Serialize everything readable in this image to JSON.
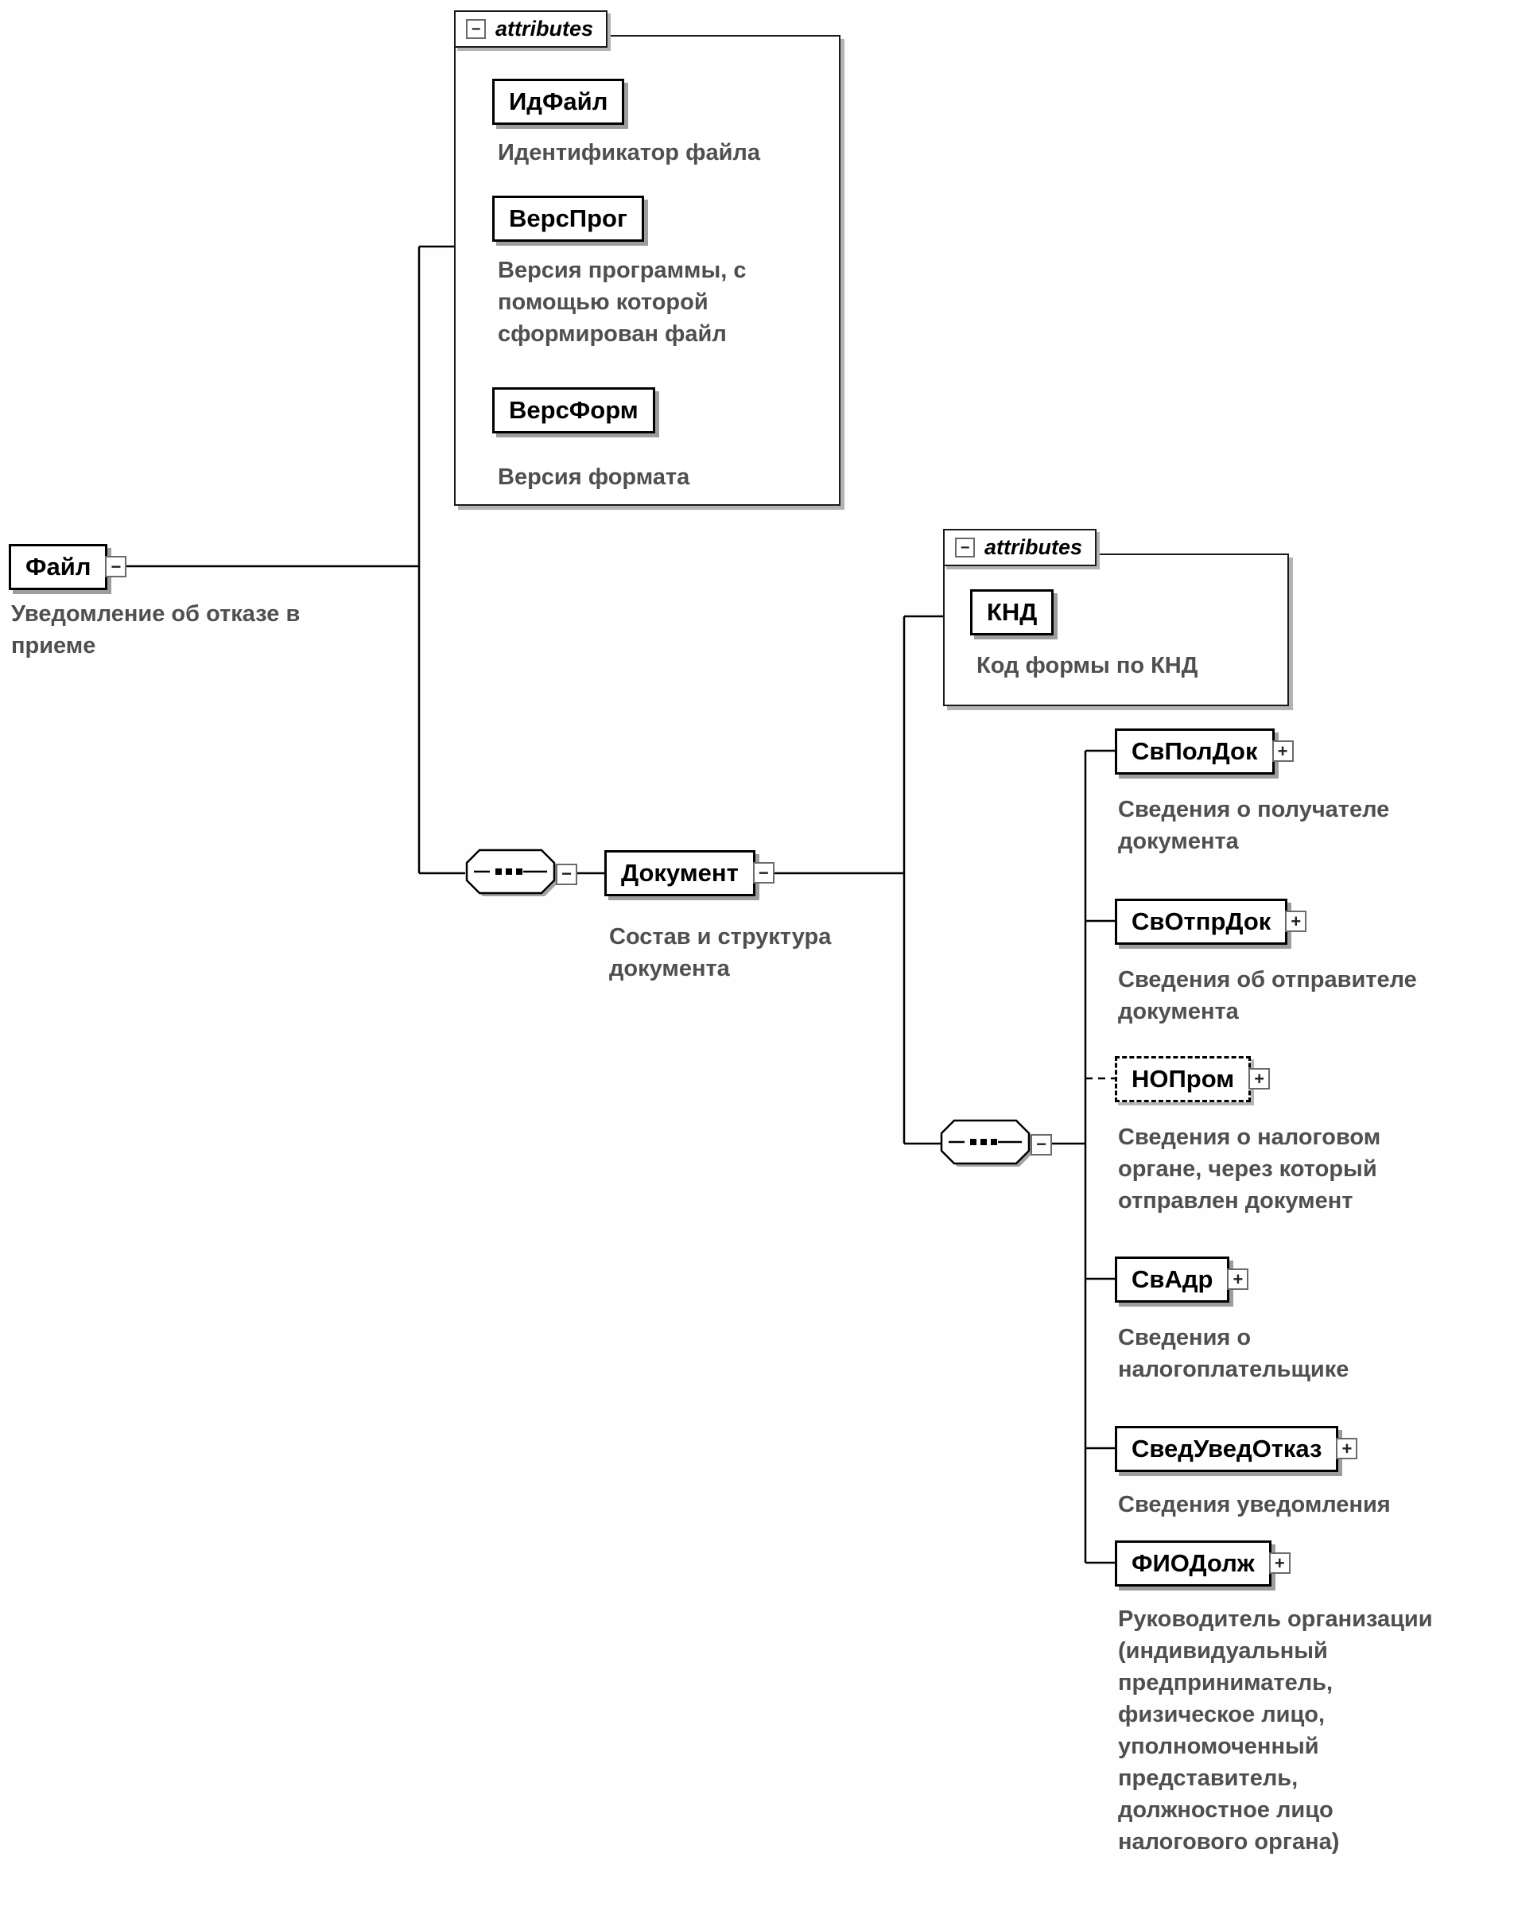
{
  "icons": {
    "minus": "−",
    "plus": "+"
  },
  "attributes_label": "attributes",
  "root": {
    "name": "Файл",
    "description": "Уведомление об отказе в\nприеме"
  },
  "file_attributes": [
    {
      "name": "ИдФайл",
      "description": "Идентификатор файла"
    },
    {
      "name": "ВерсПрог",
      "description": "Версия программы, с\nпомощью которой\nсформирован файл"
    },
    {
      "name": "ВерсФорм",
      "description": "Версия формата"
    }
  ],
  "document": {
    "name": "Документ",
    "description": "Состав и структура\nдокумента"
  },
  "document_attributes": [
    {
      "name": "КНД",
      "description": "Код формы  по КНД"
    }
  ],
  "document_children": [
    {
      "name": "СвПолДок",
      "description": "Сведения о получателе\nдокумента"
    },
    {
      "name": "СвОтпрДок",
      "description": "Сведения об отправителе\nдокумента"
    },
    {
      "name": "НОПром",
      "description": "Сведения о налоговом\nоргане, через который\nотправлен документ",
      "optional": true
    },
    {
      "name": "СвАдр",
      "description": "Сведения о\nналогоплательщике"
    },
    {
      "name": "СведУведОтказ",
      "description": "Сведения уведомления"
    },
    {
      "name": "ФИОДолж",
      "description": "Руководитель организации\n(индивидуальный\nпредприниматель,\nфизическое лицо,\nуполномоченный\nпредставитель,\nдолжностное лицо\nналогового органа)"
    }
  ]
}
